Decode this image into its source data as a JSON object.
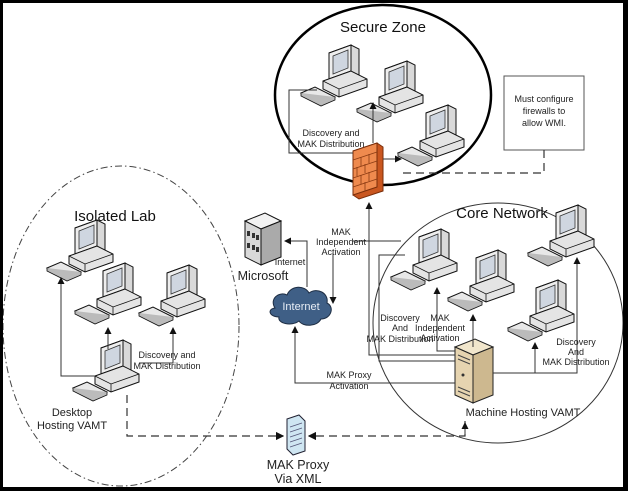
{
  "diagram": {
    "zones": {
      "secure": {
        "title": "Secure Zone",
        "border": "solid-bold"
      },
      "isolated": {
        "title": "Isolated Lab",
        "border": "dash-dot"
      },
      "core": {
        "title": "Core Network",
        "border": "solid-thin"
      }
    },
    "note": {
      "line1": "Must configure",
      "line2": "firewalls to",
      "line3": "allow WMI."
    },
    "labels": {
      "secure_discovery_1": "Discovery and",
      "secure_discovery_2": "MAK Distribution",
      "isolated_discovery_1": "Discovery and",
      "isolated_discovery_2": "MAK Distribution",
      "desktop_host_1": "Desktop",
      "desktop_host_2": "Hosting VAMT",
      "microsoft": "Microsoft",
      "internet_link": "Internet",
      "internet_cloud": "Internet",
      "mak_indep_top_1": "MAK",
      "mak_indep_top_2": "Independent",
      "mak_indep_top_3": "Activation",
      "core_discovery_left_1": "Discovery",
      "core_discovery_left_2": "And",
      "core_discovery_left_3": "MAK Distribution",
      "core_mak_indep_1": "MAK",
      "core_mak_indep_2": "Independent",
      "core_mak_indep_3": "Activation",
      "core_discovery_right_1": "Discovery",
      "core_discovery_right_2": "And",
      "core_discovery_right_3": "MAK Distribution",
      "mak_proxy_act_1": "MAK Proxy",
      "mak_proxy_act_2": "Activation",
      "machine_host": "Machine Hosting VAMT",
      "xml_1": "MAK Proxy",
      "xml_2": "Via XML"
    },
    "colors": {
      "firewall": "#e8743b",
      "cloud": "#3f5f86",
      "server": "#e6d4b0",
      "document": "#cfe6f2"
    }
  }
}
